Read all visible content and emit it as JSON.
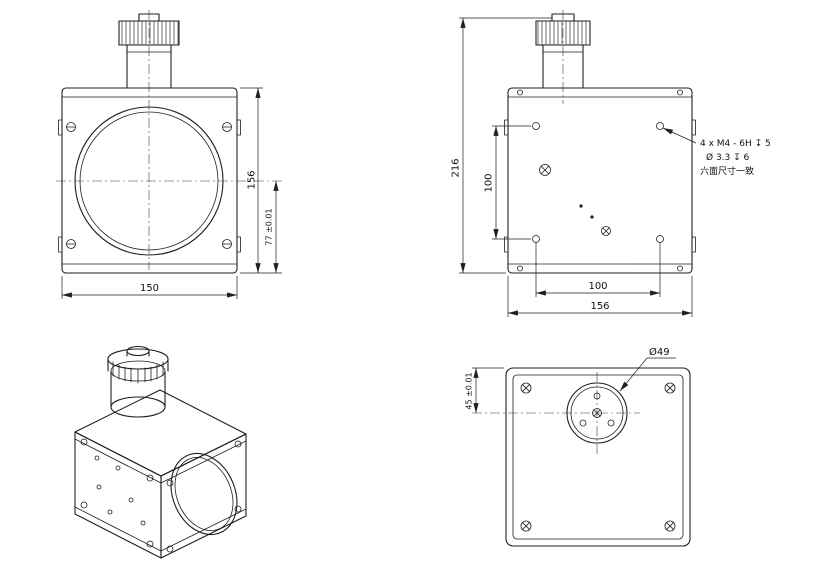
{
  "colors": {
    "background": "#ffffff",
    "ink": "#1f1f1f"
  },
  "views": {
    "front": {
      "dims": {
        "height": "156",
        "center_to_base": "77 ±0.01",
        "width": "150"
      }
    },
    "rear": {
      "dims": {
        "total_height": "216",
        "hole_spacing_vertical": "100",
        "hole_spacing_horizontal": "100",
        "width": "156"
      },
      "note": {
        "line1": "4 x  M4 - 6H  ↧ 5",
        "line2": "Ø 3.3  ↧  6",
        "line3": "六面尺寸一致"
      }
    },
    "top": {
      "dims": {
        "knob_diameter": "Ø49",
        "edge_to_center": "45 ±0.01"
      }
    }
  }
}
